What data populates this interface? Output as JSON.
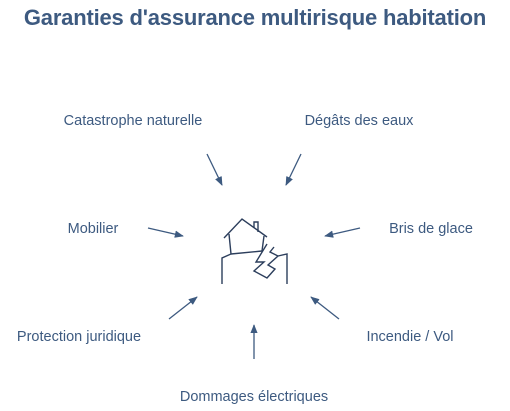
{
  "title": "Garanties d'assurance multirisque habitation",
  "colors": {
    "title": "#3d5a80",
    "text": "#3d5a80",
    "arrow": "#3d5a80",
    "house": "#2c3e5c"
  },
  "center_icon": "broken-house-icon",
  "items": [
    {
      "id": "catastrophe",
      "label": "Catastrophe naturelle"
    },
    {
      "id": "degats-eaux",
      "label": "Dégâts des eaux"
    },
    {
      "id": "mobilier",
      "label": "Mobilier"
    },
    {
      "id": "bris-glace",
      "label": "Bris de glace"
    },
    {
      "id": "protection",
      "label": "Protection juridique"
    },
    {
      "id": "incendie",
      "label": "Incendie / Vol"
    },
    {
      "id": "dommages",
      "label": "Dommages électriques"
    }
  ]
}
